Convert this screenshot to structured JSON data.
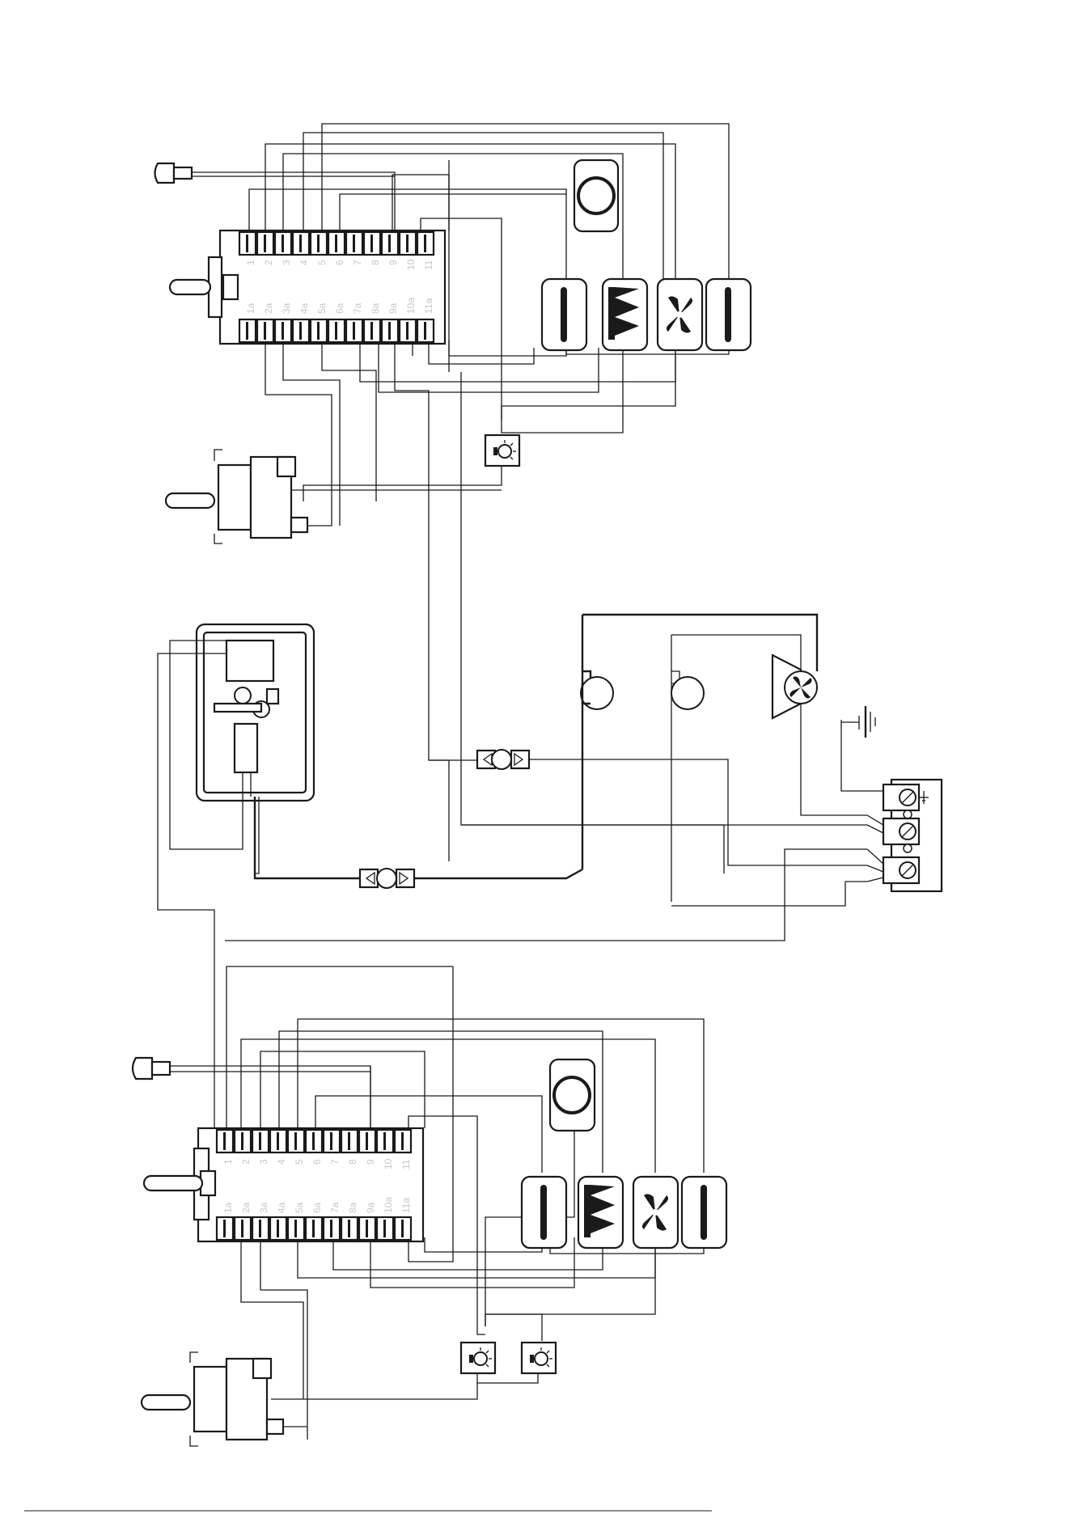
{
  "colors": {
    "line": "#1a1a1a",
    "terminal_label": "#c8c8c8",
    "background": "#ffffff"
  },
  "top_switch": {
    "upper_labels": [
      "1",
      "2",
      "3",
      "4",
      "5",
      "6",
      "7",
      "8",
      "9",
      "10",
      "11"
    ],
    "lower_labels": [
      "1a",
      "2a",
      "3a",
      "4a",
      "5a",
      "6a",
      "7a",
      "8a",
      "9a",
      "10a",
      "11a"
    ]
  },
  "bottom_switch": {
    "upper_labels": [
      "1",
      "2",
      "3",
      "4",
      "5",
      "6",
      "7",
      "8",
      "9",
      "10",
      "11"
    ],
    "lower_labels": [
      "1a",
      "2a",
      "3a",
      "4a",
      "5a",
      "6a",
      "7a",
      "8a",
      "9a",
      "10a",
      "11a"
    ]
  },
  "icons": {
    "element_top": "circular-element-icon",
    "grill": "grill-element-icon",
    "fan": "fan-icon",
    "heater_bar": "heater-bar-icon",
    "lamp": "oven-lamp-icon",
    "terminal_block": "mains-terminal-block-icon",
    "earth": "earth-ground-icon",
    "thermostat": "thermostat-icon",
    "pcb": "control-board-icon",
    "valve": "gas-valve-icon",
    "motor": "fan-motor-icon"
  }
}
